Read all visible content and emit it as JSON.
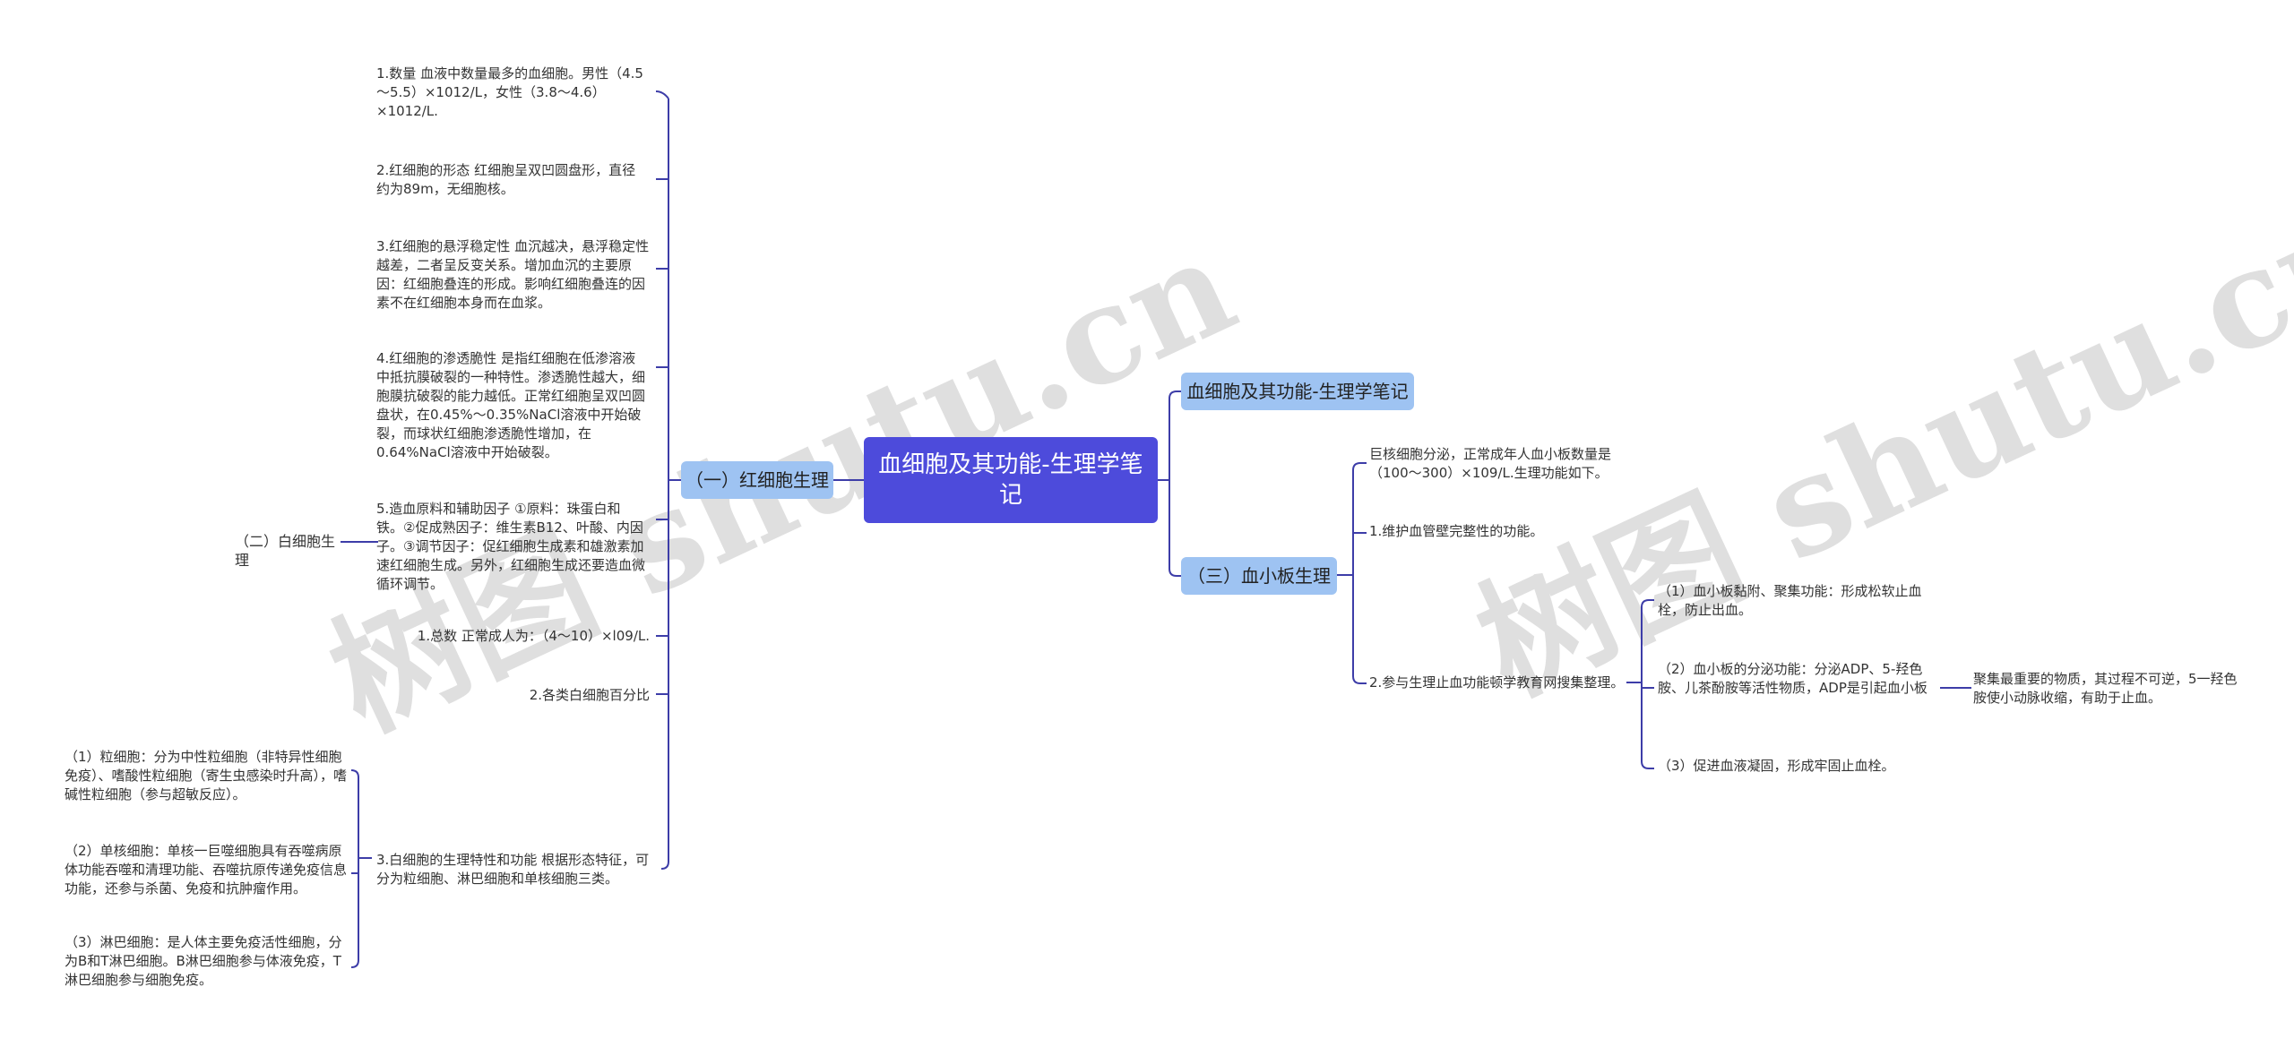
{
  "watermark": "树图 shutu.cn",
  "root": "血细胞及其功能-生理学笔记",
  "branches": {
    "rbc": "（一）红细胞生理",
    "wbc": "（二）白细胞生理",
    "title": "血细胞及其功能-生理学笔记",
    "platelet": "（三）血小板生理"
  },
  "rbc_items": [
    "1.数量 血液中数量最多的血细胞。男性（4.5～5.5）×1012/L，女性（3.8～4.6）×1012/L.",
    "2.红细胞的形态 红细胞呈双凹圆盘形，直径约为89m，无细胞核。",
    "3.红细胞的悬浮稳定性 血沉越决，悬浮稳定性越差，二者呈反变关系。增加血沉的主要原因：红细胞叠连的形成。影响红细胞叠连的因素不在红细胞本身而在血浆。",
    "4.红细胞的渗透脆性 是指红细胞在低渗溶液中抵抗膜破裂的一种特性。渗透脆性越大，细胞膜抗破裂的能力越低。正常红细胞呈双凹圆盘状，在0.45%～0.35%NaCl溶液中开始破裂，而球状红细胞渗透脆性增加，在0.64%NaCl溶液中开始破裂。",
    "5.造血原料和辅助因子 ①原料：珠蛋白和铁。②促成熟因子：维生素B12、叶酸、内因子。③调节因子：促红细胞生成素和雄激素加速红细胞生成。另外，红细胞生成还要造血微循环调节。"
  ],
  "wbc_items": [
    "1.总数 正常成人为：（4～10）×l09/L.",
    "2.各类白细胞百分比",
    "3.白细胞的生理特性和功能 根据形态特征，可分为粒细胞、淋巴细胞和单核细胞三类。"
  ],
  "wbc_sub": [
    "（1）粒细胞：分为中性粒细胞（非特异性细胞免疫）、嗜酸性粒细胞（寄生虫感染时升高），嗜碱性粒细胞（参与超敏反应）。",
    "（2）单核细胞：单核一巨噬细胞具有吞噬病原体功能吞噬和清理功能、吞噬抗原传递免疫信息功能，还参与杀菌、免疫和抗肿瘤作用。",
    "（3）淋巴细胞：是人体主要免疫活性细胞，分为B和T淋巴细胞。B淋巴细胞参与体液免疫，T淋巴细胞参与细胞免疫。"
  ],
  "platelet_items": [
    "巨核细胞分泌，正常成年人血小板数量是（100～300）×109/L.生理功能如下。",
    "1.维护血管壁完整性的功能。",
    "2.参与生理止血功能顿学教育网搜集整理。"
  ],
  "platelet_sub": [
    "（1）血小板黏附、聚集功能：形成松软止血栓，防止出血。",
    "（2）血小板的分泌功能：分泌ADP、5-羟色胺、儿茶酚胺等活性物质，ADP是引起血小板",
    "（3）促进血液凝固，形成牢固止血栓。"
  ],
  "platelet_sub2": "聚集最重要的物质，其过程不可逆，5一羟色胺使小动脉收缩，有助于止血。",
  "colors": {
    "root": "#4d4bdb",
    "branch": "#9ec3f2",
    "line": "#3d3da8"
  }
}
